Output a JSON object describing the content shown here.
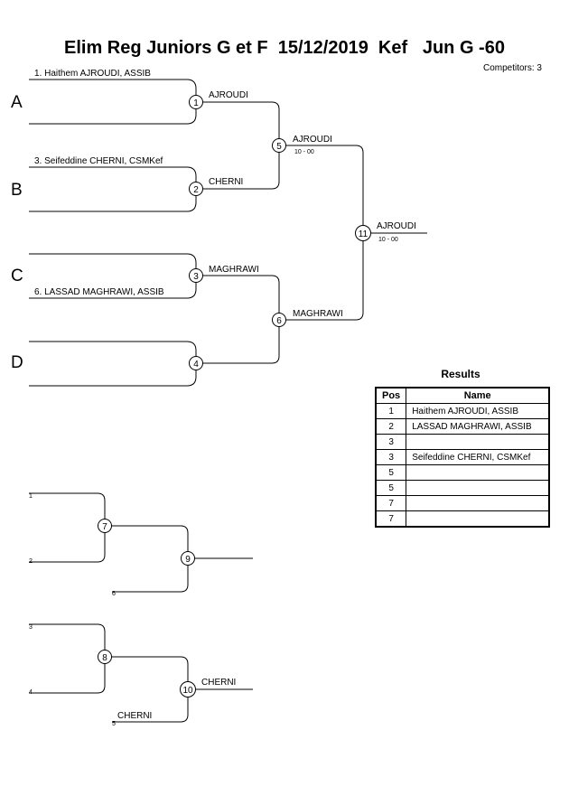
{
  "title": "Elim Reg Juniors G et F  15/12/2019  Kef   Jun G -60",
  "competitors": "Competitors: 3",
  "pool_labels": [
    "A",
    "B",
    "C",
    "D"
  ],
  "entries": {
    "a_top": "1. Haithem AJROUDI, ASSIB",
    "b_top": "3. Seifeddine CHERNI, CSMKef",
    "c_bottom": "6. LASSAD MAGHRAWI, ASSIB"
  },
  "matches": {
    "m1": {
      "number": "1",
      "winner": "AJROUDI"
    },
    "m2": {
      "number": "2",
      "winner": "CHERNI"
    },
    "m3": {
      "number": "3",
      "winner": "MAGHRAWI"
    },
    "m4": {
      "number": "4",
      "winner": ""
    },
    "m5": {
      "number": "5",
      "winner": "AJROUDI",
      "score": "10 - 00"
    },
    "m6": {
      "number": "6",
      "winner": "MAGHRAWI"
    },
    "m11": {
      "number": "11",
      "winner": "AJROUDI",
      "score": "10 - 00"
    },
    "m7": {
      "number": "7"
    },
    "m8": {
      "number": "8"
    },
    "m9": {
      "number": "9",
      "winner": ""
    },
    "m10": {
      "number": "10",
      "winner": "CHERNI"
    }
  },
  "repechage_tags": {
    "r1": "1",
    "r2": "2",
    "r6": "6",
    "r3": "3",
    "r4": "4",
    "r5": "5",
    "r5_name": "CHERNI"
  },
  "results": {
    "title": "Results",
    "headers": {
      "pos": "Pos",
      "name": "Name"
    },
    "rows": [
      {
        "pos": "1",
        "name": "Haithem AJROUDI, ASSIB"
      },
      {
        "pos": "2",
        "name": "LASSAD MAGHRAWI, ASSIB"
      },
      {
        "pos": "3",
        "name": ""
      },
      {
        "pos": "3",
        "name": "Seifeddine CHERNI, CSMKef"
      },
      {
        "pos": "5",
        "name": ""
      },
      {
        "pos": "5",
        "name": ""
      },
      {
        "pos": "7",
        "name": ""
      },
      {
        "pos": "7",
        "name": ""
      }
    ]
  }
}
